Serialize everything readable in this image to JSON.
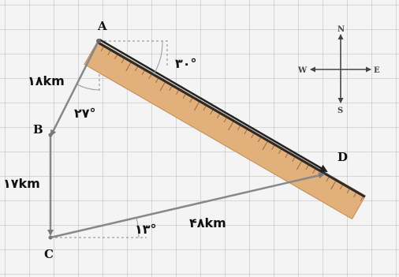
{
  "points": {
    "A": "A",
    "B": "B",
    "C": "C",
    "D": "D"
  },
  "distances": {
    "AB": "۱۸km",
    "BC": "۱۷km",
    "CD": "۴۸km"
  },
  "angles": {
    "ruler": "۳۰°",
    "AB": "۲۷°",
    "CD": "۱۳°"
  },
  "compass": {
    "north": "N",
    "south": "S",
    "east": "E",
    "west": "W"
  }
}
